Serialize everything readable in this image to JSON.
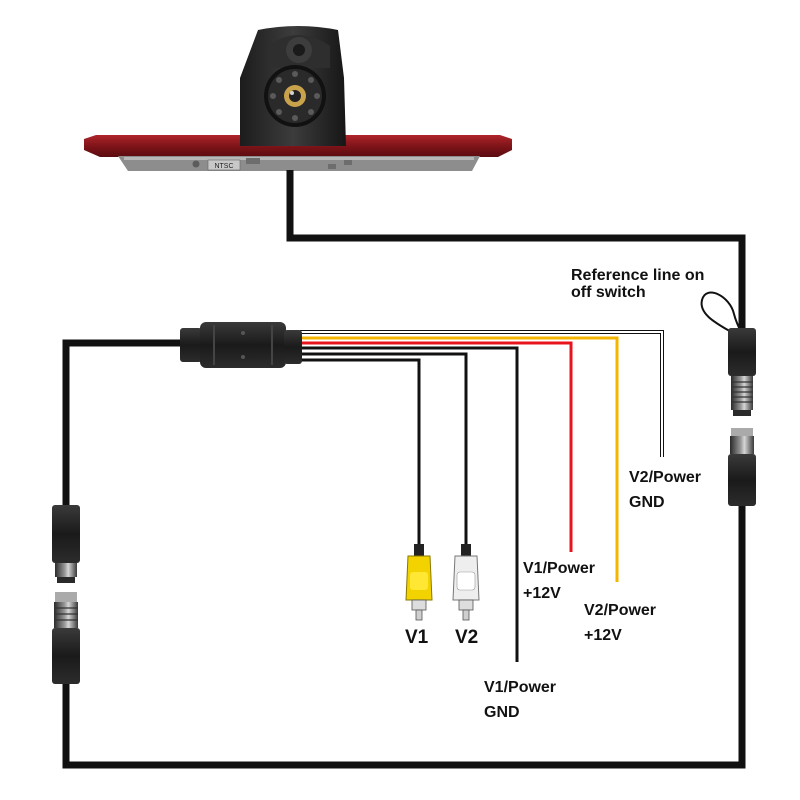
{
  "camera": {
    "mode_badge": "NTSC"
  },
  "labels": {
    "reference_line_1": "Reference line on",
    "reference_line_2": "off switch",
    "v2_power_gnd_1": "V2/Power",
    "v2_power_gnd_2": "GND",
    "v1_power_12v_1": "V1/Power",
    "v1_power_12v_2": "+12V",
    "v2_power_12v_1": "V2/Power",
    "v2_power_12v_2": "+12V",
    "v1_power_gnd_1": "V1/Power",
    "v1_power_gnd_2": "GND",
    "v1": "V1",
    "v2": "V2"
  },
  "colors": {
    "wire_black": "#111111",
    "wire_red": "#e8141b",
    "wire_yellow": "#f5b400",
    "wire_white": "#ffffff",
    "housing_red": "#8e1c20",
    "rca_yellow": "#f2d300",
    "rca_white": "#eeeeee"
  }
}
